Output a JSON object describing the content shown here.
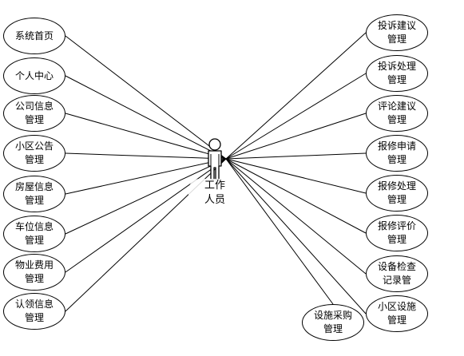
{
  "actor": {
    "label": "工作\n人员"
  },
  "use_cases_left": [
    {
      "id": "home",
      "label": "系统首页"
    },
    {
      "id": "personal",
      "label": "个人中心"
    },
    {
      "id": "company",
      "label": "公司信息\n管理"
    },
    {
      "id": "notice",
      "label": "小区公告\n管理"
    },
    {
      "id": "house",
      "label": "房屋信息\n管理"
    },
    {
      "id": "parking",
      "label": "车位信息\n管理"
    },
    {
      "id": "fee",
      "label": "物业费用\n管理"
    },
    {
      "id": "claim",
      "label": "认领信息\n管理"
    }
  ],
  "use_cases_right": [
    {
      "id": "complaint-suggest",
      "label": "投诉建议\n管理"
    },
    {
      "id": "complaint-handle",
      "label": "投诉处理\n管理"
    },
    {
      "id": "comment-suggest",
      "label": "评论建议\n管理"
    },
    {
      "id": "repair-apply",
      "label": "报修申请\n管理"
    },
    {
      "id": "repair-handle",
      "label": "报修处理\n管理"
    },
    {
      "id": "repair-review",
      "label": "报修评价\n管理"
    },
    {
      "id": "device-check",
      "label": "设备检查\n记录管"
    },
    {
      "id": "facility",
      "label": "小区设施\n管理"
    },
    {
      "id": "purchase",
      "label": "设施采购\n管理"
    }
  ],
  "colors": {
    "stroke": "#000000",
    "background": "#ffffff"
  }
}
